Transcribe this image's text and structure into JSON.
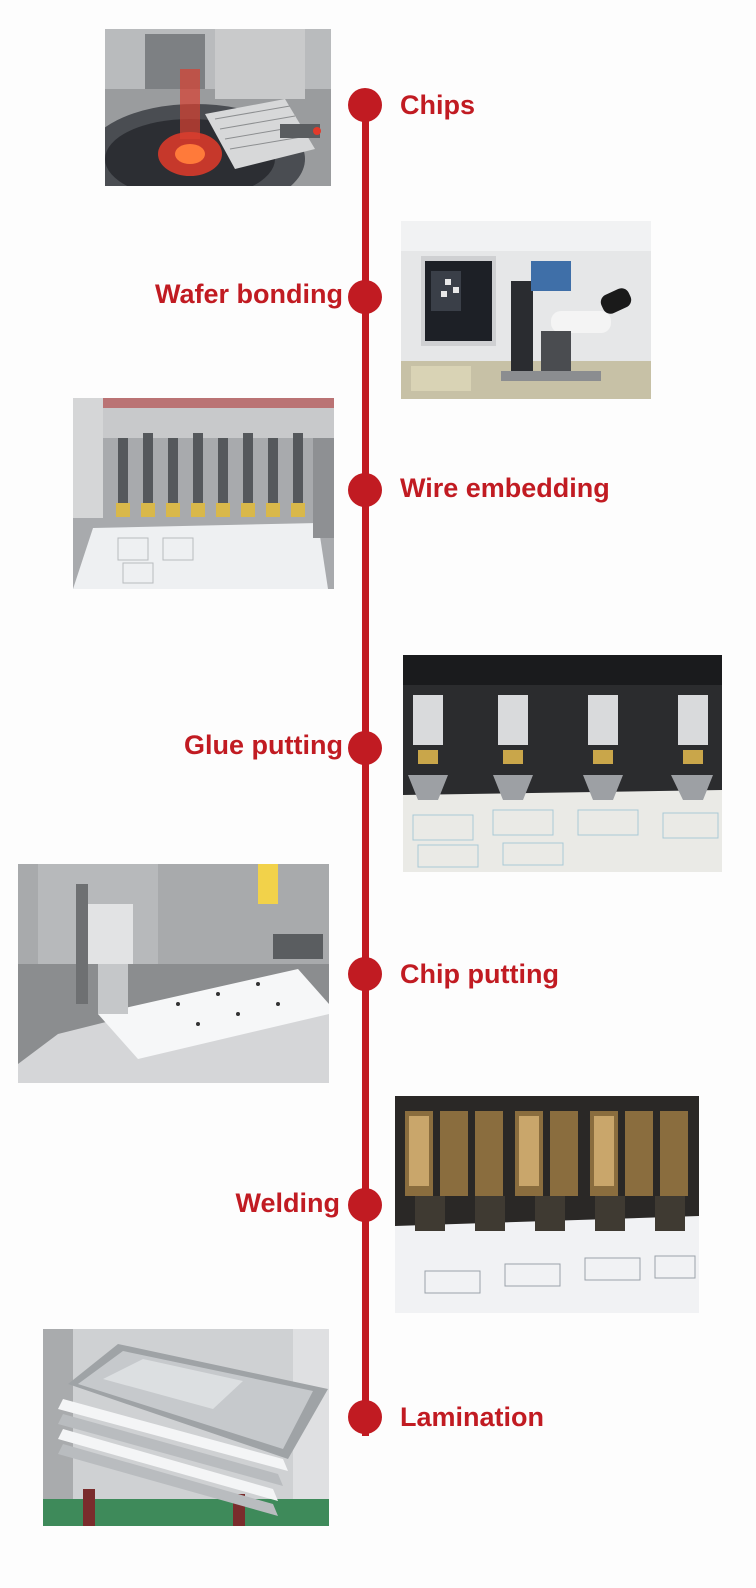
{
  "steps": [
    {
      "label": "Chips",
      "photo": "wafer-dicing-machine-photo"
    },
    {
      "label": "Wafer bonding",
      "photo": "microscope-bonding-station-photo"
    },
    {
      "label": "Wire embedding",
      "photo": "wire-embedding-machine-photo"
    },
    {
      "label": "Glue putting",
      "photo": "glue-dispensing-heads-photo"
    },
    {
      "label": "Chip putting",
      "photo": "chip-placement-machine-photo"
    },
    {
      "label": "Welding",
      "photo": "welding-heads-photo"
    },
    {
      "label": "Lamination",
      "photo": "lamination-plates-photo"
    }
  ],
  "colors": {
    "accent": "#c11b22",
    "background": "#fdfdfd"
  }
}
